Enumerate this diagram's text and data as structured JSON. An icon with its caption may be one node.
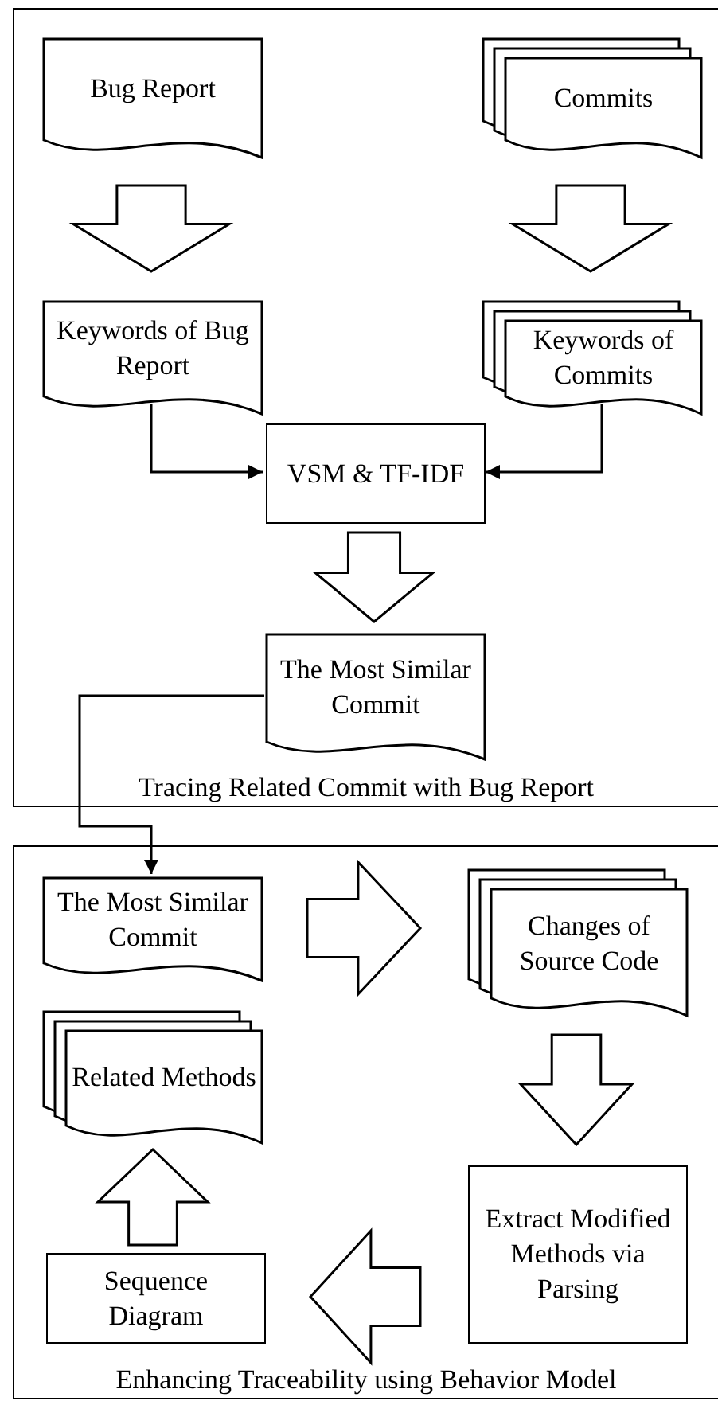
{
  "diagram": {
    "nodes": [
      {
        "text": [
          "Tracing Related Commit with Bug Report"
        ]
      },
      {
        "text": [
          "Bug Report"
        ],
        "in": 0
      },
      {
        "text": [
          "Commits"
        ],
        "in": 0
      },
      {
        "text": [
          "Keywords of Bug Report"
        ],
        "in": 0
      },
      {
        "text": [
          "Keywords of Commits"
        ],
        "in": 0
      },
      {
        "text": [
          "VSM & TF-IDF"
        ],
        "in": 0
      },
      {
        "text": [
          "The Most Similar Commit"
        ],
        "in": 0
      },
      {
        "text": [
          "Enhancing Traceability using Behavior Model"
        ]
      },
      {
        "text": [
          "The Most Similar Commit"
        ],
        "in": 7
      },
      {
        "text": [
          "Changes of Source Code"
        ],
        "in": 7
      },
      {
        "text": [
          "Extract Modified Methods via Parsing"
        ],
        "in": 7
      },
      {
        "text": [
          "Sequence Diagram"
        ],
        "in": 7
      },
      {
        "text": [
          "Related Methods"
        ],
        "in": 7
      }
    ],
    "edges": [
      {
        "from": 1,
        "to": 3,
        "arrow": "to",
        "style": "thick"
      },
      {
        "from": 2,
        "to": 4,
        "arrow": "to",
        "style": "thick"
      },
      {
        "from": 3,
        "to": 5,
        "arrow": "to"
      },
      {
        "from": 4,
        "to": 5,
        "arrow": "to"
      },
      {
        "from": 5,
        "to": 6,
        "arrow": "to",
        "style": "thick"
      },
      {
        "from": 6,
        "to": 8,
        "arrow": "to"
      },
      {
        "from": 8,
        "to": 9,
        "arrow": "to",
        "style": "thick"
      },
      {
        "from": 9,
        "to": 10,
        "arrow": "to",
        "style": "thick"
      },
      {
        "from": 10,
        "to": 11,
        "arrow": "to",
        "style": "thick"
      },
      {
        "from": 11,
        "to": 12,
        "arrow": "to",
        "style": "thick"
      }
    ]
  }
}
